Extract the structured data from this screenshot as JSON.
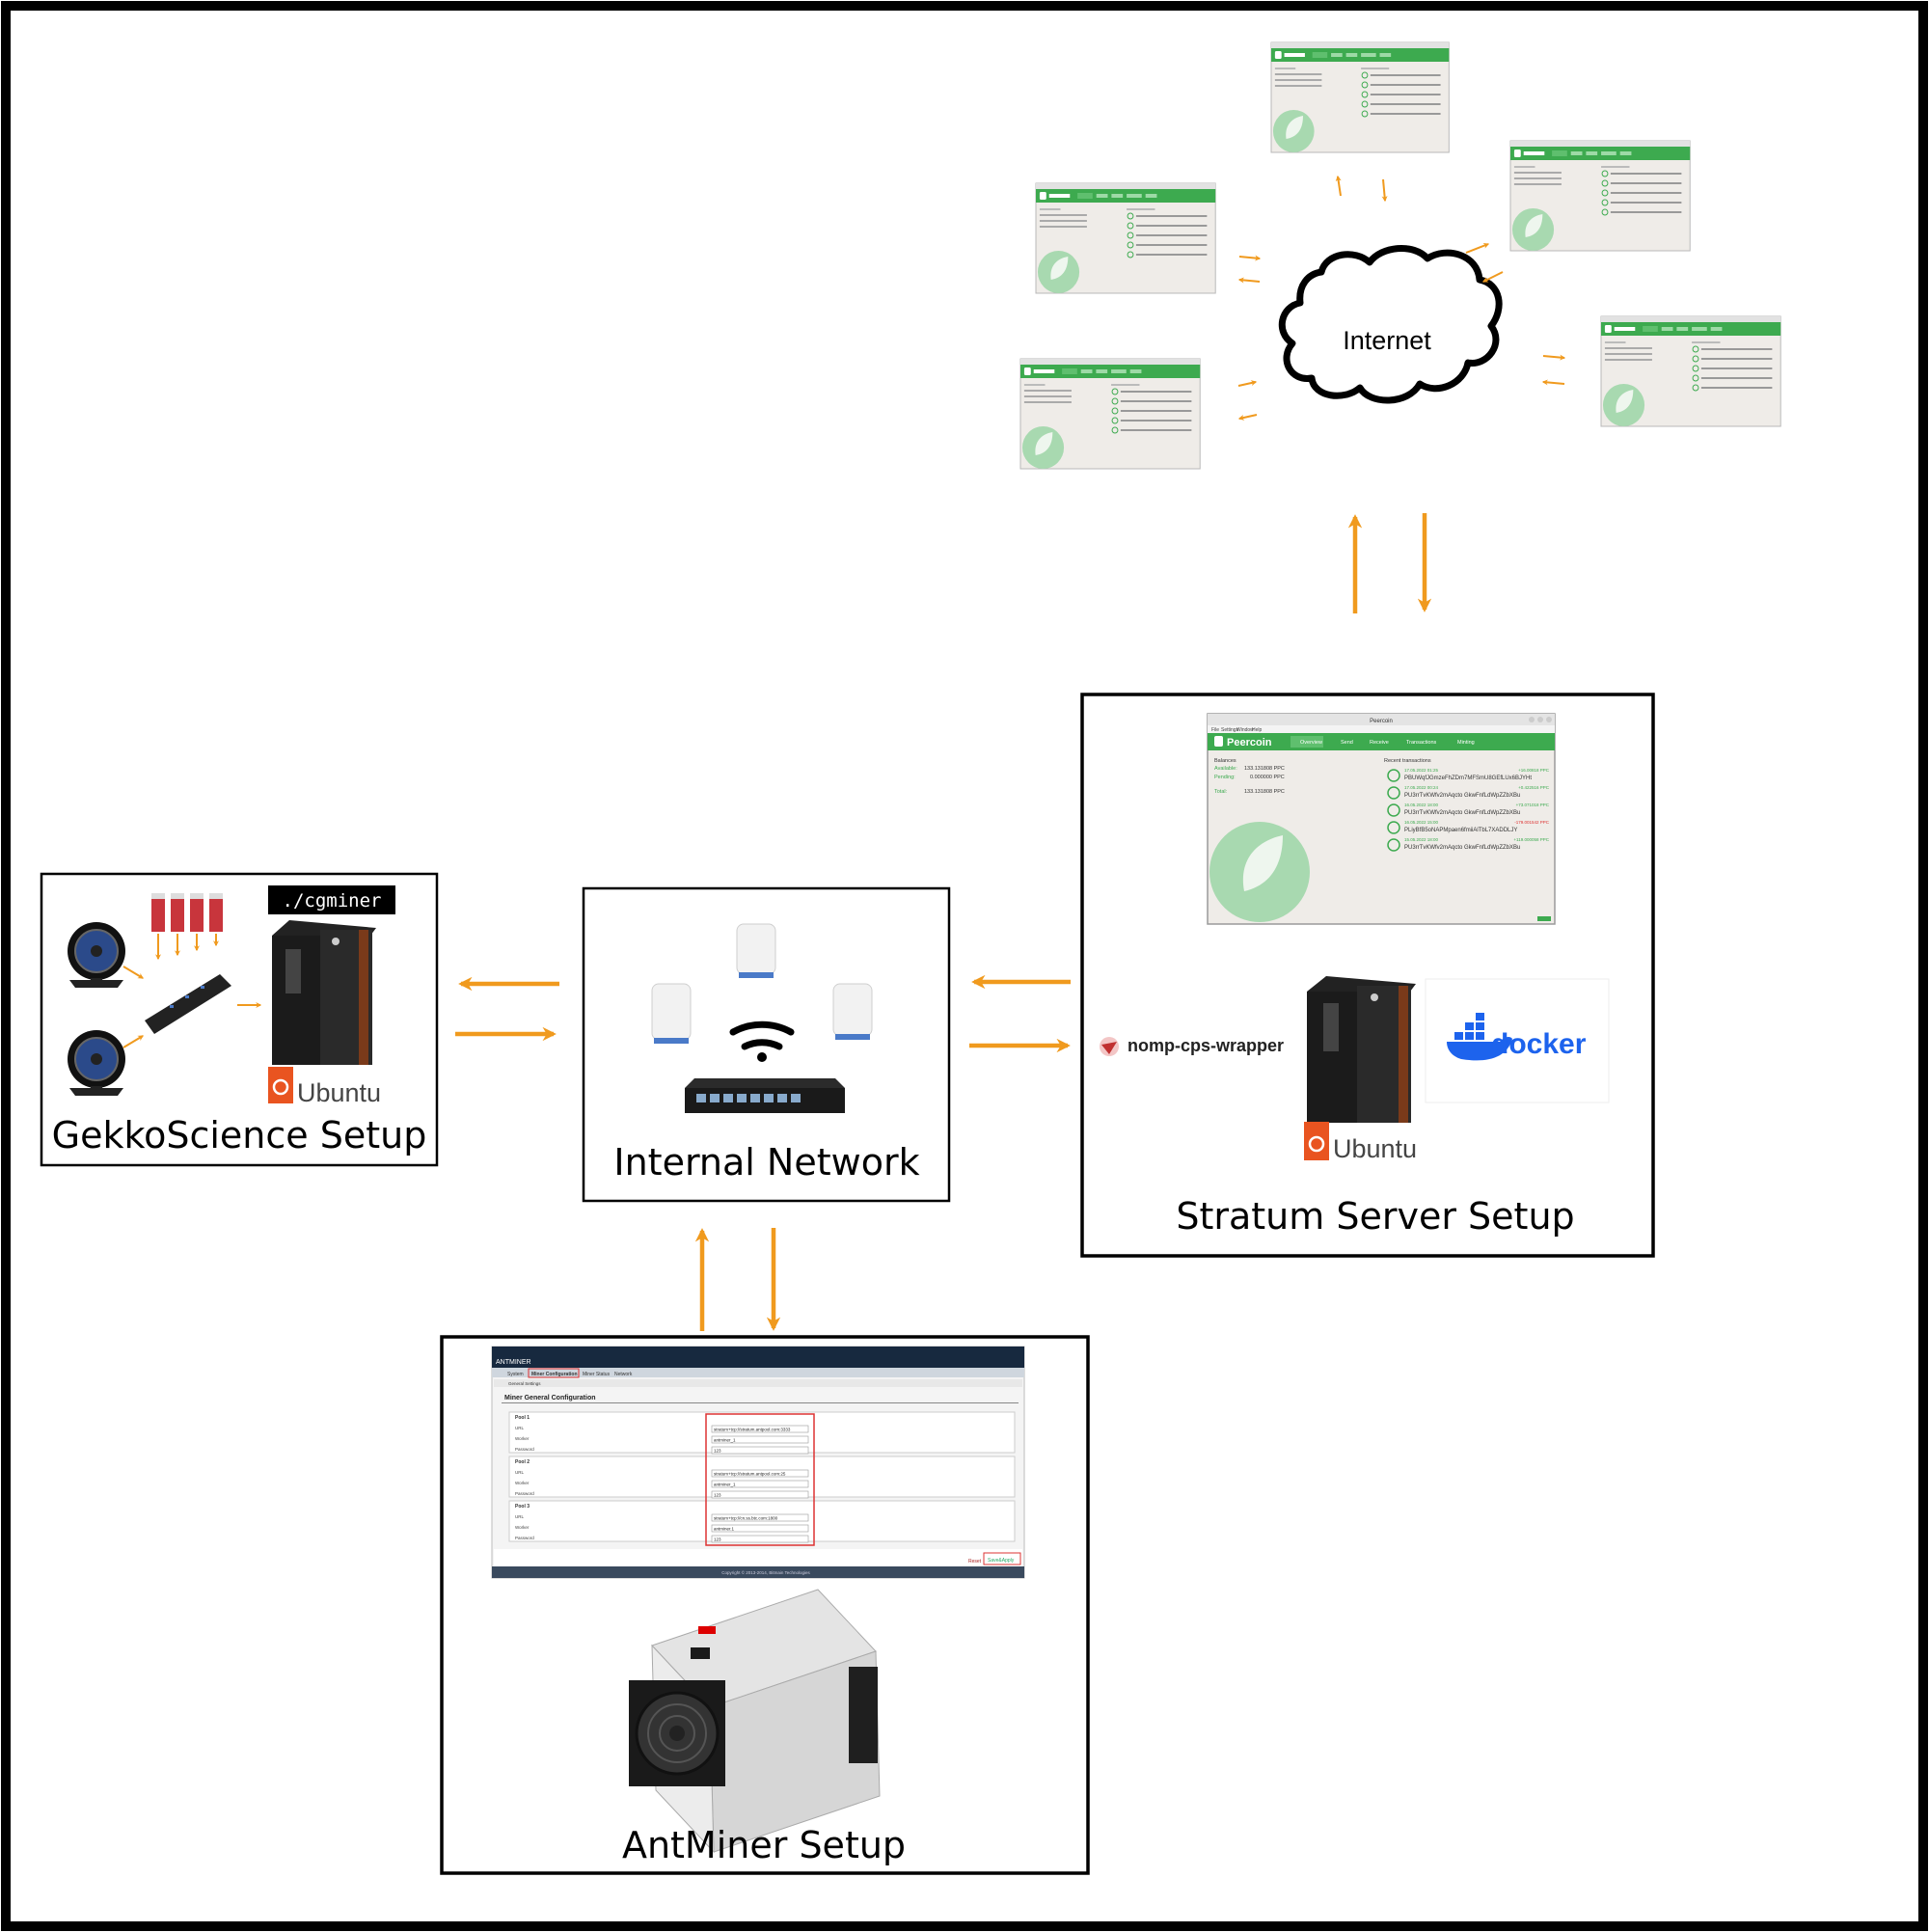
{
  "cloud": {
    "label": "Internet"
  },
  "wallet": {
    "title": "Peercoin",
    "brand": "Peercoin",
    "menu": [
      "File",
      "Settings",
      "Window",
      "Help"
    ],
    "tabs": [
      "Overview",
      "Send",
      "Receive",
      "Transactions",
      "Minting"
    ],
    "balances_header": "Balances",
    "balances": [
      {
        "label": "Available:",
        "value": "133.131808 PPC"
      },
      {
        "label": "Pending:",
        "value": "0.000000 PPC"
      },
      {
        "label": "Total:",
        "value": "133.131808 PPC"
      }
    ],
    "tx_header": "Recent transactions",
    "transactions": [
      {
        "date": "17.05.2022 01:25",
        "amount": "+16.00818 PPC",
        "addr": "PBUWqfJGmzeFhZDm7MFSmU8GEfLUx6BJYHt",
        "neg": false
      },
      {
        "date": "17.05.2022 00:24",
        "amount": "+0.422516 PPC",
        "addr": "PU3rrTvKWfv2mAqcto GkwFnfLdWpZZbXBu",
        "neg": false
      },
      {
        "date": "16.05.2022 18:00",
        "amount": "+73.071018 PPC",
        "addr": "PU3rrTvKWfv2mAqcto GkwFnfLdWpZZbXBu",
        "neg": false
      },
      {
        "date": "16.05.2022 15:00",
        "amount": "-179.001542 PPC",
        "addr": "PLiyBfB5oNAPMpaen6fmiiAlTbL7XADDLJY",
        "neg": true
      },
      {
        "date": "15.05.2022 18:00",
        "amount": "+119.000058 PPC",
        "addr": "PU3rrTvKWfv2mAqcto GkwFnfLdWpZZbXBu",
        "neg": false
      }
    ]
  },
  "gekko": {
    "title": "GekkoScience Setup",
    "command": "./cgminer",
    "os": "Ubuntu"
  },
  "network": {
    "title": "Internal Network"
  },
  "stratum": {
    "title": "Stratum Server Setup",
    "wrapper": "nomp-cps-wrapper",
    "container": "docker",
    "os": "Ubuntu"
  },
  "antminer": {
    "title": "AntMiner Setup",
    "logo": "ANTMINER",
    "tabs": [
      "System",
      "Miner Configuration",
      "Miner Status",
      "Network"
    ],
    "subtab": "General Settings",
    "heading": "Miner General Configuration",
    "pools": [
      {
        "name": "Pool 1",
        "url": "stratum+tcp://stratum.antpool.com:3333",
        "worker": "antminer_1",
        "password": "123"
      },
      {
        "name": "Pool 2",
        "url": "stratum+tcp://stratum.antpool.com:25",
        "worker": "antminer_1",
        "password": "123"
      },
      {
        "name": "Pool 3",
        "url": "stratum+tcp://cn.ss.btc.com:1800",
        "worker": "antminer.1",
        "password": "123"
      }
    ],
    "field_labels": [
      "URL",
      "Worker",
      "Password"
    ],
    "reset": "Reset",
    "save": "Save&Apply",
    "copyright": "Copyright © 2013-2014, Bitmain Technologies"
  },
  "colors": {
    "arrow": "#f09a1e",
    "peercoin_green": "#3daa4f",
    "wallet_bg": "#efece8",
    "ubuntu": "#e95420",
    "docker": "#1d63ed"
  }
}
